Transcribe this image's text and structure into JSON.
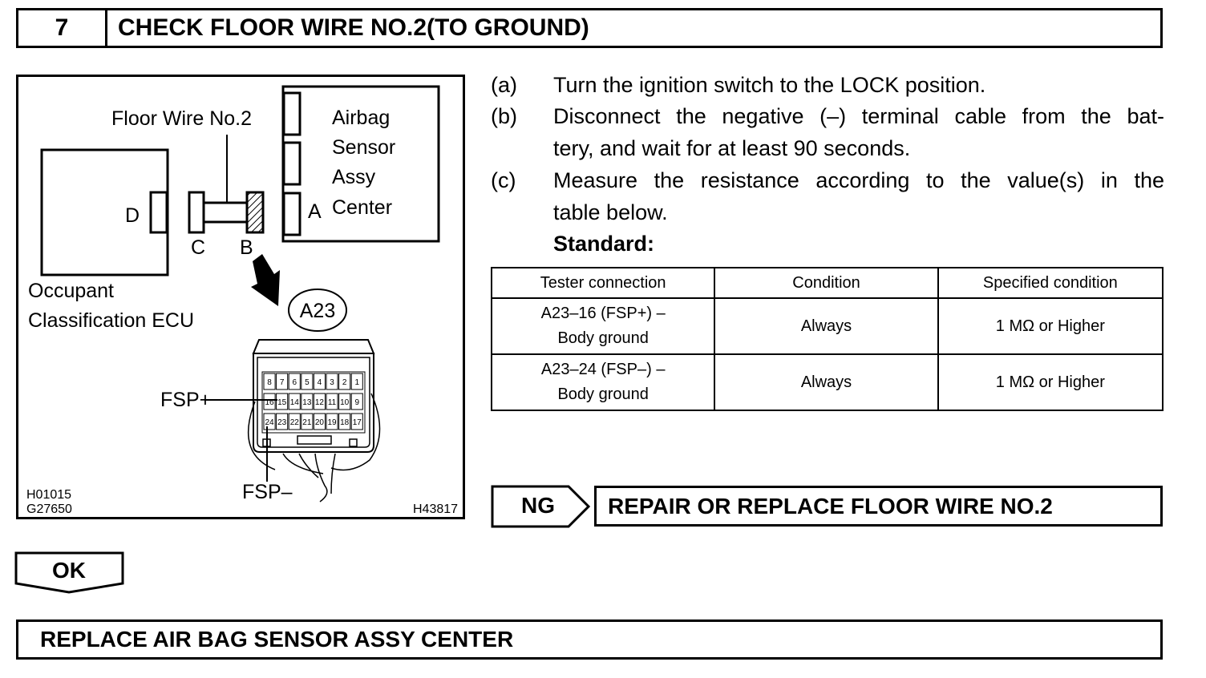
{
  "header": {
    "step_number": "7",
    "title": "CHECK FLOOR WIRE NO.2(TO GROUND)"
  },
  "figure": {
    "floor_wire_label": "Floor Wire No.2",
    "airbag_lines": [
      "Airbag",
      "Sensor",
      "Assy",
      "Center"
    ],
    "terminal_a": "A",
    "terminal_b": "B",
    "terminal_c": "C",
    "terminal_d": "D",
    "ecu_lines": [
      "Occupant",
      "Classification ECU"
    ],
    "connector_code": "A23",
    "fsp_plus": "FSP+",
    "fsp_minus": "FSP–",
    "pin_row1": [
      "8",
      "7",
      "6",
      "5",
      "4",
      "3",
      "2",
      "1"
    ],
    "pin_row2": [
      "16",
      "15",
      "14",
      "13",
      "12",
      "11",
      "10",
      "9"
    ],
    "pin_row3": [
      "24",
      "23",
      "22",
      "21",
      "20",
      "19",
      "18",
      "17"
    ],
    "ref_codes": [
      "H01015",
      "G27650"
    ],
    "figure_id": "H43817"
  },
  "steps": [
    {
      "label": "(a)",
      "lines": [
        "Turn the ignition switch to the LOCK position."
      ]
    },
    {
      "label": "(b)",
      "lines": [
        "Disconnect the negative (–) terminal cable from the bat-",
        "tery, and wait for at least 90 seconds."
      ]
    },
    {
      "label": "(c)",
      "lines": [
        "Measure the resistance according to the value(s) in the",
        "table below."
      ]
    }
  ],
  "standard_label": "Standard:",
  "table": {
    "headers": [
      "Tester connection",
      "Condition",
      "Specified condition"
    ],
    "rows": [
      {
        "connection": [
          "A23–16 (FSP+) –",
          "Body ground"
        ],
        "condition": "Always",
        "specified": "1 MΩ or Higher"
      },
      {
        "connection": [
          "A23–24 (FSP–) –",
          "Body ground"
        ],
        "condition": "Always",
        "specified": "1 MΩ or Higher"
      }
    ]
  },
  "ng": {
    "label": "NG",
    "action": "REPAIR OR REPLACE FLOOR WIRE NO.2"
  },
  "ok": {
    "label": "OK"
  },
  "final_action": "REPLACE AIR BAG SENSOR ASSY CENTER"
}
